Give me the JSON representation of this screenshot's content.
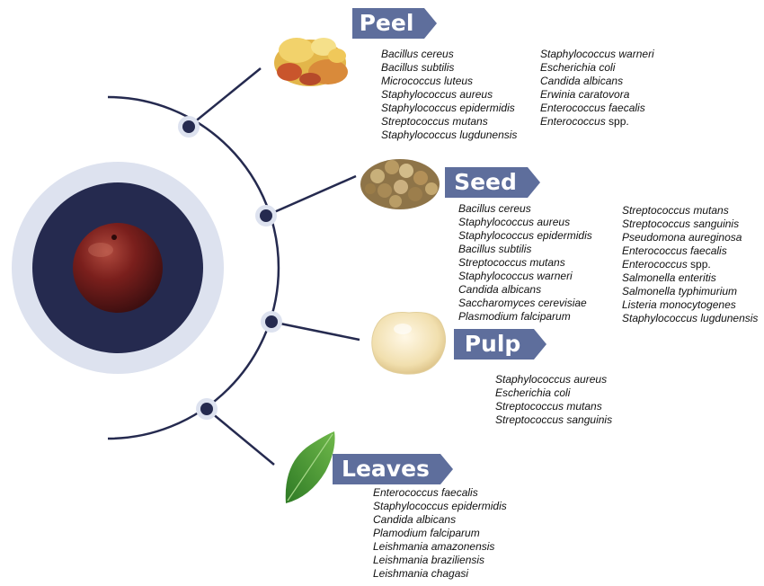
{
  "colors": {
    "navy": "#252a4f",
    "ring": "#dde2ef",
    "label_fill": "#5e6e9c",
    "fruit": "#7a1f1c"
  },
  "center": {
    "image": "red round fruit (camu-camu / Myrciaria)"
  },
  "parts": [
    {
      "label": "Peel",
      "image": "dried peel pieces",
      "columns": [
        [
          "Bacillus cereus",
          "Bacillus subtilis",
          "Micrococcus luteus",
          "Staphylococcus aureus",
          "Staphylococcus epidermidis",
          "Streptococcus mutans",
          "Staphylococcus lugdunensis"
        ],
        [
          "Staphylococcus warneri",
          "Escherichia coli",
          "Candida albicans",
          "Erwinia caratovora",
          "Enterococcus faecalis",
          "Enterococcus spp."
        ]
      ]
    },
    {
      "label": "Seed",
      "image": "pile of seeds",
      "columns": [
        [
          "Bacillus cereus",
          "Staphylococcus aureus",
          "Staphylococcus epidermidis",
          "Bacillus subtilis",
          "Streptococcus mutans",
          "Staphylococcus warneri",
          "Candida albicans",
          "Saccharomyces cerevisiae",
          "Plasmodium falciparum"
        ],
        [
          "Streptococcus mutans",
          "Streptococcus sanguinis",
          "Pseudomona aureginosa",
          "Enterococcus faecalis",
          "Enterococcus spp.",
          "Salmonella enteritis",
          "Salmonella typhimurium",
          "Listeria monocytogenes",
          "Staphylococcus lugdunensis"
        ]
      ]
    },
    {
      "label": "Pulp",
      "image": "pale pulp chunk",
      "columns": [
        [
          "Staphylococcus aureus",
          "Escherichia coli",
          "Streptococcus mutans",
          "Streptococcus sanguinis"
        ]
      ]
    },
    {
      "label": "Leaves",
      "image": "green leaf",
      "columns": [
        [
          "Enterococcus faecalis",
          "Staphylococcus epidermidis",
          "Candida albicans",
          "Plamodium falciparum",
          "Leishmania amazonensis",
          "Leishmania braziliensis",
          "Leishmania chagasi"
        ]
      ]
    }
  ]
}
